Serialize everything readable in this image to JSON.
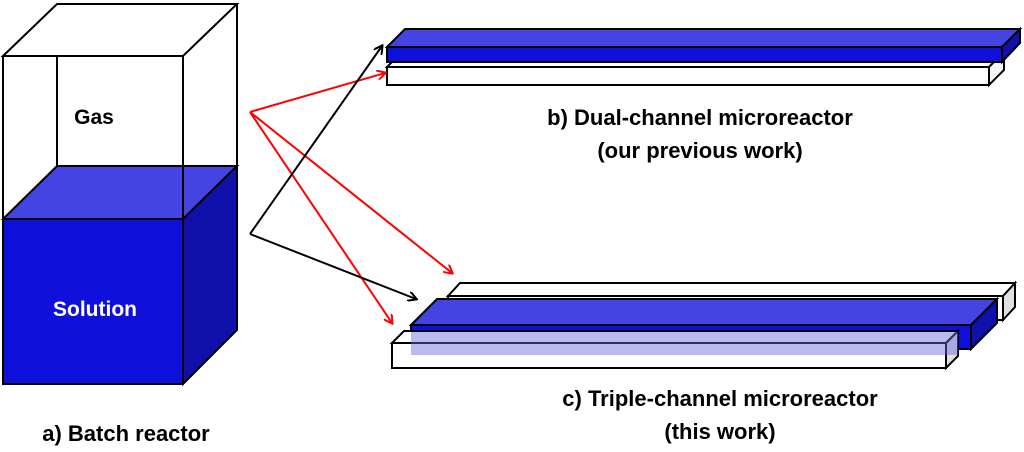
{
  "diagram": {
    "batch_reactor": {
      "caption": "a) Batch reactor",
      "gas_label": "Gas",
      "solution_label": "Solution"
    },
    "dual_channel": {
      "caption_line1": "b) Dual-channel microreactor",
      "caption_line2": "(our previous work)"
    },
    "triple_channel": {
      "caption_line1": "c) Triple-channel microreactor",
      "caption_line2": "(this work)"
    },
    "colors": {
      "liquid_front": "#1010DD",
      "liquid_top": "#4444E2",
      "liquid_side": "#1010AA",
      "gas_channel": "#FFFFFF",
      "gas_side": "#E0E0E0",
      "translucent_liquid": "#B0B0EE",
      "arrow_red": "#FF0000",
      "arrow_black": "#000000"
    },
    "arrows": [
      {
        "from": "gas",
        "to": "dual-channel gas channel",
        "color": "red"
      },
      {
        "from": "gas",
        "to": "triple-channel back gas channel",
        "color": "red"
      },
      {
        "from": "gas",
        "to": "triple-channel front gas channel",
        "color": "red"
      },
      {
        "from": "solution",
        "to": "dual-channel liquid channel",
        "color": "black"
      },
      {
        "from": "solution",
        "to": "triple-channel liquid channel",
        "color": "black"
      }
    ]
  }
}
